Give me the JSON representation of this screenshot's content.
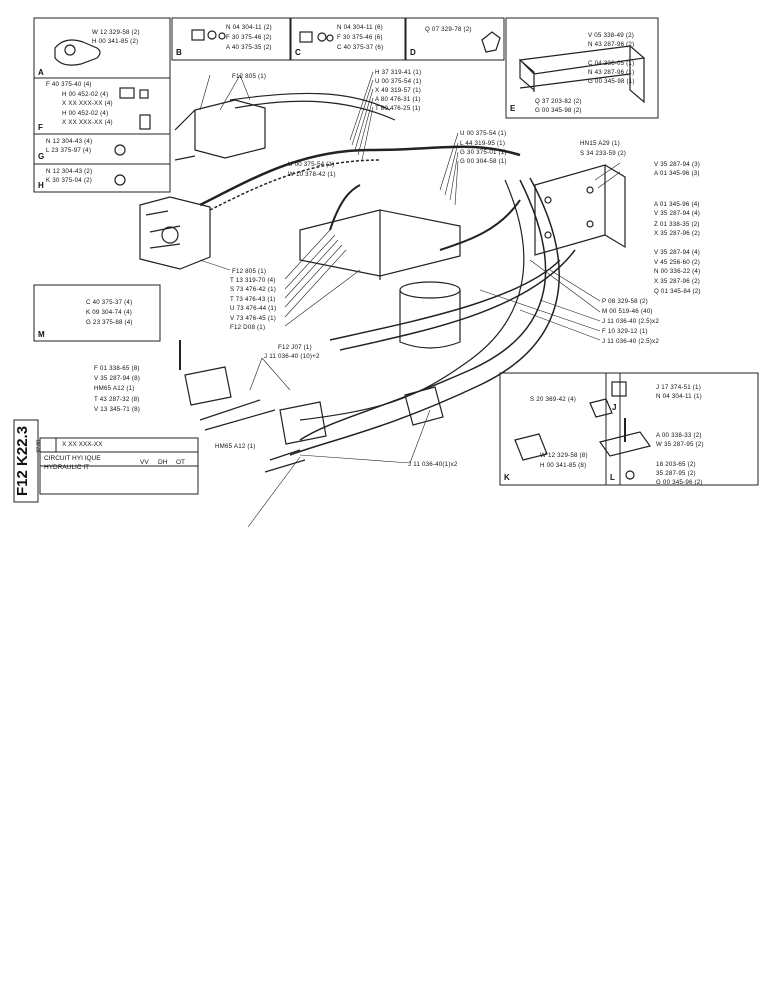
{
  "sheet": {
    "side_code": "F12 K22.3",
    "side_sub": "02.88",
    "title_block": {
      "code_row": "X XX XXX-XX",
      "line1": "CIRCUIT HYI   IQUE",
      "line2": "HYDRAULIC    IT",
      "variants": [
        "VV",
        "DH",
        "OT"
      ]
    }
  },
  "callouts": {
    "A": [
      "W 12 329-58 (2)",
      "H 00 341-85 (2)"
    ],
    "B": [
      "N 04 304-11 (2)",
      "F 30 375-46 (2)",
      "A 40 375-35 (2)"
    ],
    "C": [
      "N 04 304-11 (6)",
      "F 30 375-46 (6)",
      "C 40 375-37 (6)"
    ],
    "D": [
      "Q 07 329-78 (2)"
    ],
    "E_top": [
      "V 05 338-49 (2)",
      "N 43 287-96 (2)",
      "C 04 336-05 (1)",
      "N 43 287-96 (1)",
      "G 00 345-98 (1)"
    ],
    "E_bottom": [
      "Q 37 203-82 (2)",
      "G 00 345-98 (2)"
    ],
    "F": [
      "F 40 375-40 (4)",
      "H 00 452-02 (4)",
      "X XX XXX-XX (4)",
      "H 00 452-02 (4)",
      "X XX XXX-XX (4)"
    ],
    "G": [
      "N 12 304-43 (4)",
      "L 23 375-97 (4)"
    ],
    "H": [
      "N 12 304-43 (2)",
      "K 30 375-04 (2)"
    ],
    "center_top": [
      "H 37 319-41 (1)",
      "U 00 375-54 (1)",
      "X 49 319-57 (1)",
      "A 80 476-31 (1)",
      "T 80 476-25 (1)"
    ],
    "center_mid": [
      "U 00 375-54 (1)",
      "L 44 319-95 (1)",
      "G 30 375-01 (1)",
      "G 00 304-58 (1)"
    ],
    "ot_group": [
      "U 00 375-54 (1)",
      "W 10 378-42 (1)"
    ],
    "hn15": "HN15 A29 (1)",
    "s34": "S 34 233-59 (2)",
    "right_group": [
      "V 35 287-94 (3)",
      "A 01 345-96 (3)",
      "A 01 345-96 (4)",
      "V 35 287-94 (4)",
      "X 35 287-96 (2)",
      "V 35 287-94 (4)",
      "V 45 256-60 (2)",
      "N 00 336-22 (4)",
      "X 35 287-96 (2)",
      "Q 01 345-84 (2)"
    ],
    "z_line": "Z 01 338-35 (2)",
    "p_group": [
      "P 08 329-58 (2)",
      "M 00 519-46 (40)",
      "J 11 036-40 (2.5)x2",
      "F 10 329-12 (1)",
      "J 11 036-40 (2.5)x2"
    ],
    "f12_805_a": "F12 805 (1)",
    "f12_805_b": "F12 805 (1)",
    "left_mid": [
      "T 13 319-70 (4)",
      "S 73 476-42 (1)",
      "T 73 476-43 (1)",
      "U 73 476-44 (1)",
      "V 73 476-45 (1)",
      "F12 D08 (1)"
    ],
    "M": [
      "C 40 375-37 (4)",
      "K 09 304-74 (4)",
      "G 23 375-88 (4)"
    ],
    "lower_left": [
      "F 01 338-65 (8)",
      "V 35 287-94 (8)",
      "HM65 A12 (1)",
      "T 43 287-32 (8)",
      "V 13 345-71 (8)"
    ],
    "f12_j07": "F12 J07 (1)",
    "j11_top": "J 11 036-40 (10)+2",
    "hm65_b": "HM65 A12 (1)",
    "j11_bottom": "J 11 036-40(1)x2",
    "s20": "S 20 369-42 (4)",
    "J": [
      "J 17 374-51 (1)",
      "N 04 304-11 (1)"
    ],
    "K": [
      "W 12 329-58 (8)",
      "H 00 341-85 (8)"
    ],
    "L": [
      "A 00 338-33 (2)",
      "W 35 287-95 (2)",
      "18 203-65 (2)",
      "35 287-95 (2)",
      "G 00 345-96 (2)"
    ]
  }
}
